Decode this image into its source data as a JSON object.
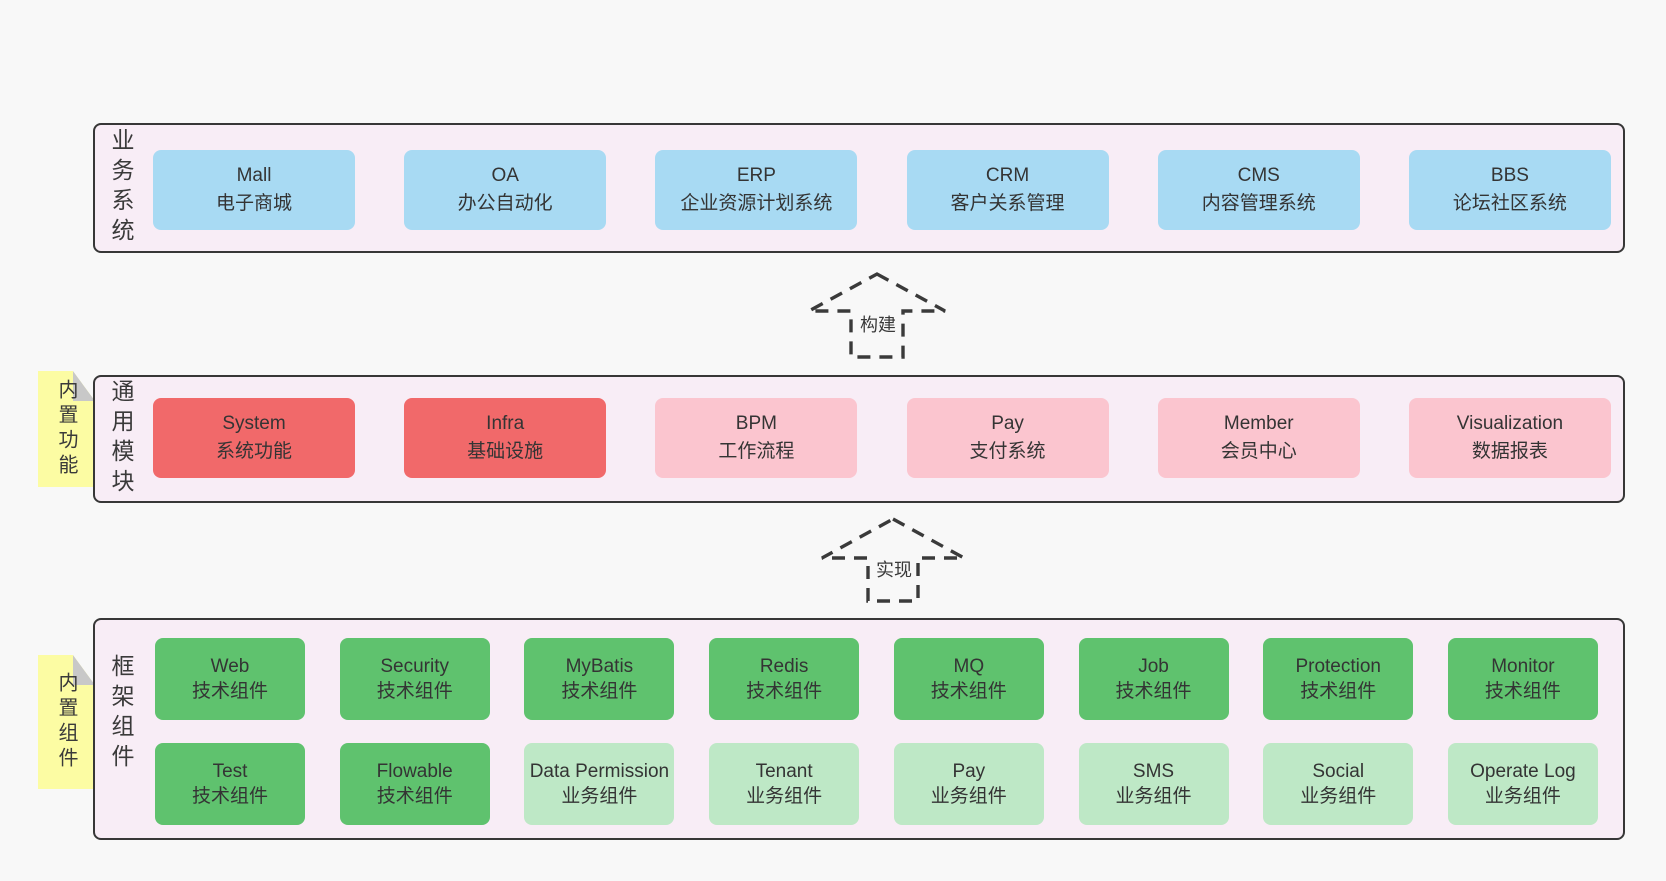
{
  "colors": {
    "page_bg": "#f8f8f8",
    "panel_bg": "#f8edf6",
    "panel_border": "#373737",
    "blue_box": "#a8daf3",
    "red_box": "#f1696a",
    "pink_box": "#fbc5cf",
    "green_box": "#5fc26e",
    "light_green_box": "#bee8c6",
    "sticky_yellow": "#fcfca3",
    "sticky_fold": "#c8c8c8",
    "text": "#3a3a3a"
  },
  "arrows": [
    {
      "label": "构建"
    },
    {
      "label": "实现"
    }
  ],
  "stickies": [
    {
      "label": "内置功能"
    },
    {
      "label": "内置组件"
    }
  ],
  "layers": [
    {
      "label": "业务系统",
      "boxes": [
        {
          "title": "Mall",
          "subtitle": "电子商城"
        },
        {
          "title": "OA",
          "subtitle": "办公自动化"
        },
        {
          "title": "ERP",
          "subtitle": "企业资源计划系统"
        },
        {
          "title": "CRM",
          "subtitle": "客户关系管理"
        },
        {
          "title": "CMS",
          "subtitle": "内容管理系统"
        },
        {
          "title": "BBS",
          "subtitle": "论坛社区系统"
        }
      ]
    },
    {
      "label": "通用模块",
      "boxes": [
        {
          "title": "System",
          "subtitle": "系统功能"
        },
        {
          "title": "Infra",
          "subtitle": "基础设施"
        },
        {
          "title": "BPM",
          "subtitle": "工作流程"
        },
        {
          "title": "Pay",
          "subtitle": "支付系统"
        },
        {
          "title": "Member",
          "subtitle": "会员中心"
        },
        {
          "title": "Visualization",
          "subtitle": "数据报表"
        }
      ]
    },
    {
      "label": "框架组件",
      "rows": [
        [
          {
            "title": "Web",
            "subtitle": "技术组件"
          },
          {
            "title": "Security",
            "subtitle": "技术组件"
          },
          {
            "title": "MyBatis",
            "subtitle": "技术组件"
          },
          {
            "title": "Redis",
            "subtitle": "技术组件"
          },
          {
            "title": "MQ",
            "subtitle": "技术组件"
          },
          {
            "title": "Job",
            "subtitle": "技术组件"
          },
          {
            "title": "Protection",
            "subtitle": "技术组件"
          },
          {
            "title": "Monitor",
            "subtitle": "技术组件"
          }
        ],
        [
          {
            "title": "Test",
            "subtitle": "技术组件"
          },
          {
            "title": "Flowable",
            "subtitle": "技术组件"
          },
          {
            "title": "Data Permission",
            "subtitle": "业务组件"
          },
          {
            "title": "Tenant",
            "subtitle": "业务组件"
          },
          {
            "title": "Pay",
            "subtitle": "业务组件"
          },
          {
            "title": "SMS",
            "subtitle": "业务组件"
          },
          {
            "title": "Social",
            "subtitle": "业务组件"
          },
          {
            "title": "Operate Log",
            "subtitle": "业务组件"
          }
        ]
      ]
    }
  ]
}
